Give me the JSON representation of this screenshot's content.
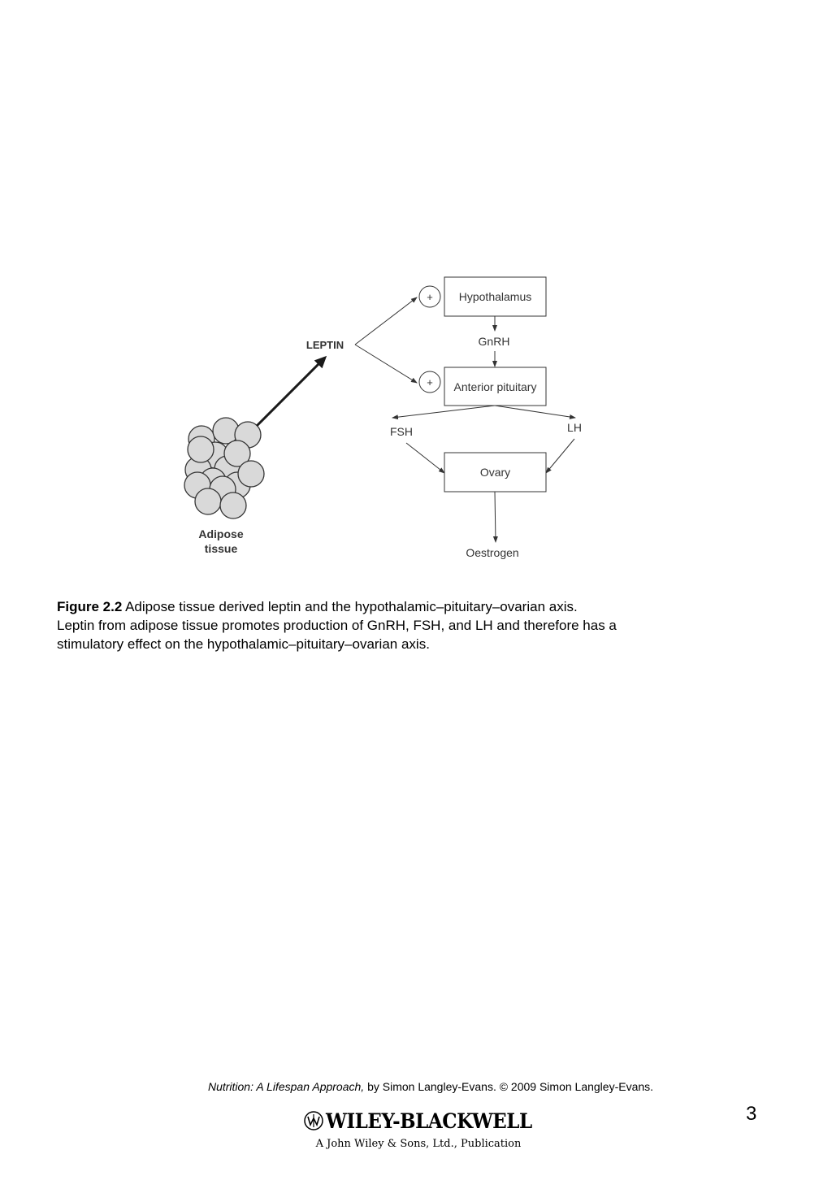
{
  "diagram": {
    "nodes": {
      "hypothalamus": "Hypothalamus",
      "anterior_pituitary": "Anterior pituitary",
      "ovary": "Ovary"
    },
    "labels": {
      "leptin": "LEPTIN",
      "gnrh": "GnRH",
      "fsh": "FSH",
      "lh": "LH",
      "oestrogen": "Oestrogen",
      "adipose_line1": "Adipose",
      "adipose_line2": "tissue",
      "plus_sign": "+"
    }
  },
  "caption": {
    "lead": "Figure 2.2",
    "line1": " Adipose tissue derived leptin and the hypothalamic–pituitary–ovarian axis.",
    "line2": "Leptin from adipose tissue promotes production of GnRH, FSH, and LH and therefore has a",
    "line3": "stimulatory effect on the hypothalamic–pituitary–ovarian axis."
  },
  "footer": {
    "book_title": "Nutrition: A Lifespan Approach,",
    "citation": " by Simon Langley-Evans. © 2009 Simon Langley-Evans.",
    "page_number": "3",
    "publisher_logo": "WILEY-BLACKWELL",
    "publisher_sub": "A John Wiley & Sons, Ltd., Publication"
  }
}
